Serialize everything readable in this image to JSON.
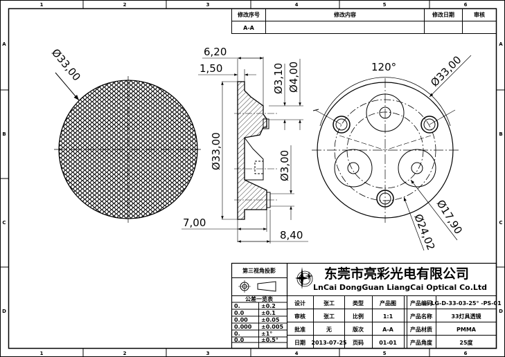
{
  "border": {
    "columns": [
      "1",
      "2",
      "3",
      "4",
      "5",
      "6"
    ],
    "rows": [
      "A",
      "B",
      "C",
      "D"
    ]
  },
  "revision_table": {
    "headers": [
      "修改序号",
      "修改内容",
      "修改日期",
      "审核"
    ],
    "row": [
      "A-A",
      "",
      "",
      ""
    ]
  },
  "dimensions": {
    "front_diameter": "Ø33,00",
    "thickness_total": "6,20",
    "plate_thickness": "1,50",
    "hole_small": "Ø3,10",
    "hole_large": "Ø4,00",
    "section_diameter": "Ø33,00",
    "lens_hole": "Ø3,00",
    "depth_a": "7,00",
    "depth_b": "8,40",
    "angle": "120°",
    "back_diameter": "Ø33,00",
    "pcd_lens": "Ø17,90",
    "pcd_screw": "Ø24,02"
  },
  "projection": {
    "title": "第三视角投影"
  },
  "tolerance_table": {
    "title": "公差一览表",
    "rows": [
      [
        "0.",
        "±0.2"
      ],
      [
        "0.0",
        "±0.1"
      ],
      [
        "0.00",
        "±0.05"
      ],
      [
        "0.000",
        "±0.005"
      ],
      [
        "0.",
        "±1°"
      ],
      [
        "0.0",
        "±0.5°"
      ]
    ]
  },
  "company": {
    "name_cn": "东莞市亮彩光电有限公司",
    "name_en": "LnCai DongGuan LiangCai Optical Co.Ltd"
  },
  "title_block": {
    "rows": [
      [
        "设计",
        "张工",
        "类型",
        "产品图",
        "产品编码",
        "LG-D-33-03-25° -PS-01"
      ],
      [
        "审核",
        "张工",
        "比例",
        "1:1",
        "产品名称",
        "33灯具透镜"
      ],
      [
        "批准",
        "无",
        "版次",
        "A-A",
        "产品材质",
        "PMMA"
      ],
      [
        "日期",
        "2013-07-25",
        "页码",
        "01-01",
        "产品角度",
        "25度"
      ]
    ]
  }
}
